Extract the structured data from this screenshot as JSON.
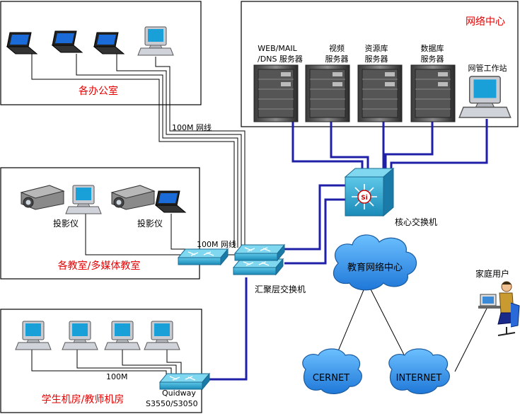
{
  "colors": {
    "link_blue": "#1f1fa8",
    "cloud": "#2f8fe8",
    "zone_label": "#e60000",
    "frame": "#000000"
  },
  "zones": {
    "offices": "各办公室",
    "classrooms": "各教室/多媒体教室",
    "labs": "学生机房/教师机房",
    "network_center": "网络中心"
  },
  "servers": {
    "web_line1": "WEB/MAIL",
    "web_line2": "/DNS 服务器",
    "video_line1": "视频",
    "video_line2": "服务器",
    "resource_line1": "资源库",
    "resource_line2": "服务器",
    "database_line1": "数据库",
    "database_line2": "服务器",
    "nms": "网管工作站"
  },
  "devices": {
    "core_switch": "核心交换机",
    "core_switch_mark": "Si",
    "aggregation_switch": "汇聚层交换机",
    "projector": "投影仪",
    "quidway_line1": "Quidway",
    "quidway_line2": "S3550/S3050",
    "home_user": "家庭用户"
  },
  "links": {
    "office_cable": "100M 网线",
    "classroom_cable": "100M 网线",
    "lab_cable": "100M"
  },
  "clouds": {
    "edu_center": "教育网络中心",
    "cernet": "CERNET",
    "internet": "INTERNET"
  }
}
